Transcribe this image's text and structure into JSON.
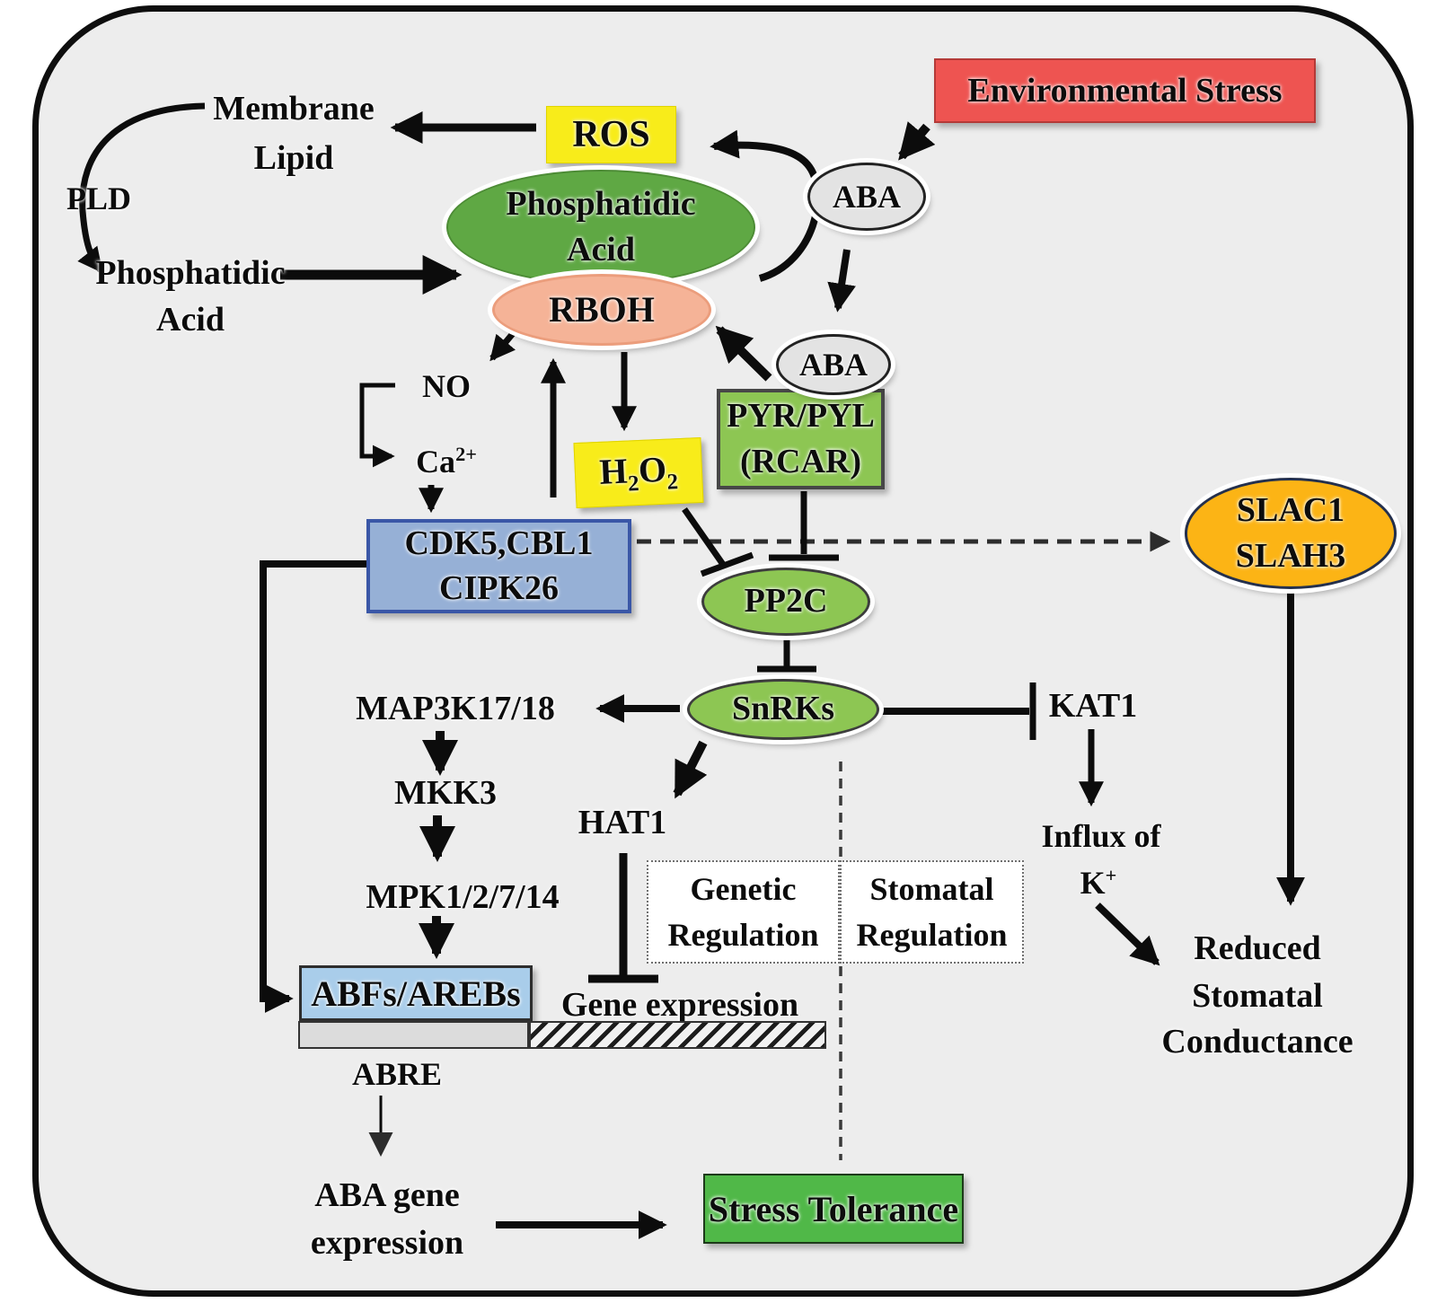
{
  "figure": {
    "background": "#ffffff",
    "panel_fill": "#ededed",
    "panel_border": "#0e0e0e"
  },
  "colors": {
    "yellow": "#f8ec1a",
    "red": "#ee5451",
    "dark_green": "#5fa844",
    "salmon": "#f5b397",
    "gray_node": "#e3e3e3",
    "lime_green": "#8dc653",
    "blue": "#96b0d6",
    "orange": "#fcb415",
    "light_blue": "#a9cdea",
    "tolerance_green": "#50b848",
    "bar_gray": "#dcdcdc"
  },
  "nodes": {
    "membrane_lipid": {
      "line1": "Membrane",
      "line2": "Lipid"
    },
    "pld": {
      "label": "PLD"
    },
    "phosphatidic_acid_text": {
      "line1": "Phosphatidic",
      "line2": "Acid"
    },
    "ros": {
      "label": "ROS"
    },
    "phosphatidic_acid_ellipse": {
      "line1": "Phosphatidic",
      "line2": "Acid"
    },
    "rboh": {
      "label": "RBOH"
    },
    "environmental_stress": {
      "label": "Environmental Stress"
    },
    "aba_upper": {
      "label": "ABA"
    },
    "aba_lower": {
      "label": "ABA"
    },
    "no": {
      "label": "NO"
    },
    "ca": {
      "base": "Ca",
      "sup": "2+"
    },
    "h2o2": {
      "p1": "H",
      "s1": "2",
      "p2": "O",
      "s2": "2"
    },
    "pyr_pyl": {
      "line1": "PYR/PYL",
      "line2": "(RCAR)"
    },
    "cdk5_cbl1_cipk26": {
      "line1": "CDK5,CBL1",
      "line2": "CIPK26"
    },
    "slac1_slah3": {
      "line1": "SLAC1",
      "line2": "SLAH3"
    },
    "pp2c": {
      "label": "PP2C"
    },
    "snrks": {
      "label": "SnRKs"
    },
    "map3k": {
      "label": "MAP3K17/18"
    },
    "mkk3": {
      "label": "MKK3"
    },
    "mpk": {
      "label": "MPK1/2/7/14"
    },
    "hat1": {
      "label": "HAT1"
    },
    "kat1": {
      "label": "KAT1"
    },
    "influx_k": {
      "line1": "Influx of",
      "base": "K",
      "sup": "+"
    },
    "genetic_regulation": {
      "line1": "Genetic",
      "line2": "Regulation"
    },
    "stomatal_regulation": {
      "line1": "Stomatal",
      "line2": "Regulation"
    },
    "gene_expression": {
      "label": "Gene expression"
    },
    "abfs_arebs": {
      "label": "ABFs/AREBs"
    },
    "abre": {
      "label": "ABRE"
    },
    "aba_gene_expression": {
      "line1": "ABA gene",
      "line2": "expression"
    },
    "stress_tolerance": {
      "label": "Stress Tolerance"
    },
    "reduced_stomatal_conductance": {
      "line1": "Reduced",
      "line2": "Stomatal",
      "line3": "Conductance"
    }
  }
}
